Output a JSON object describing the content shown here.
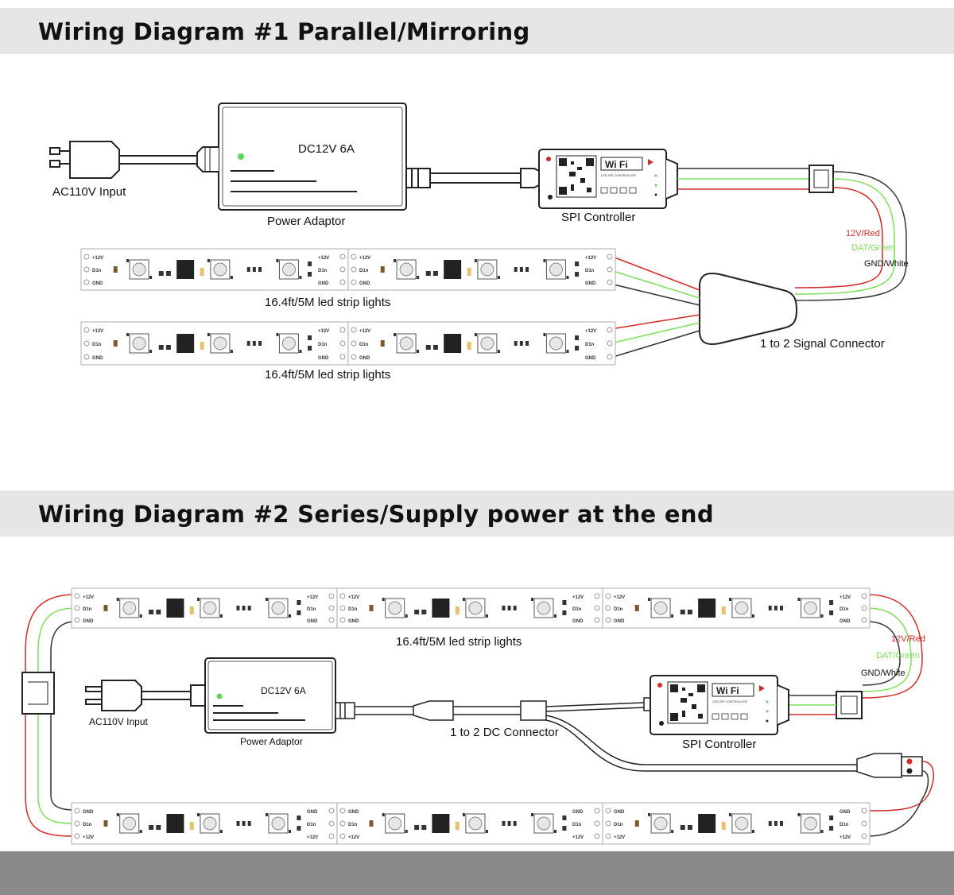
{
  "diagram1": {
    "title": "Wiring Diagram #1 Parallel/Mirroring",
    "ac_input": "AC110V Input",
    "adaptor_rating": "DC12V 6A",
    "adaptor_label": "Power Adaptor",
    "controller_label": "SPI Controller",
    "wifi_badge": "Wi Fi",
    "controller_small_text": "LED SPI CONTROLLER",
    "wire_12v": "12V/Red",
    "wire_dat": "DAT/Green",
    "wire_gnd": "GND/White",
    "strip_label": "16.4ft/5M led strip lights",
    "splitter_label": "1 to 2 Signal Connector",
    "pin_12v": "+12V",
    "pin_din": "D1n",
    "pin_gnd": "GND"
  },
  "diagram2": {
    "title": "Wiring Diagram #2 Series/Supply power at the end",
    "ac_input": "AC110V Input",
    "adaptor_rating": "DC12V 6A",
    "adaptor_label": "Power Adaptor",
    "dc_connector_label": "1 to 2 DC Connector",
    "controller_label": "SPI Controller",
    "wifi_badge": "Wi Fi",
    "controller_small_text": "LED SPI CONTROLLER",
    "wire_12v": "12V/Red",
    "wire_dat": "DAT/Green",
    "wire_gnd": "GND/White",
    "strip_label": "16.4ft/5M led strip lights"
  },
  "colors": {
    "wire_red": "#d42a2a",
    "wire_green": "#7ee05a",
    "wire_black": "#333333",
    "banner": "#e6e6e6"
  }
}
